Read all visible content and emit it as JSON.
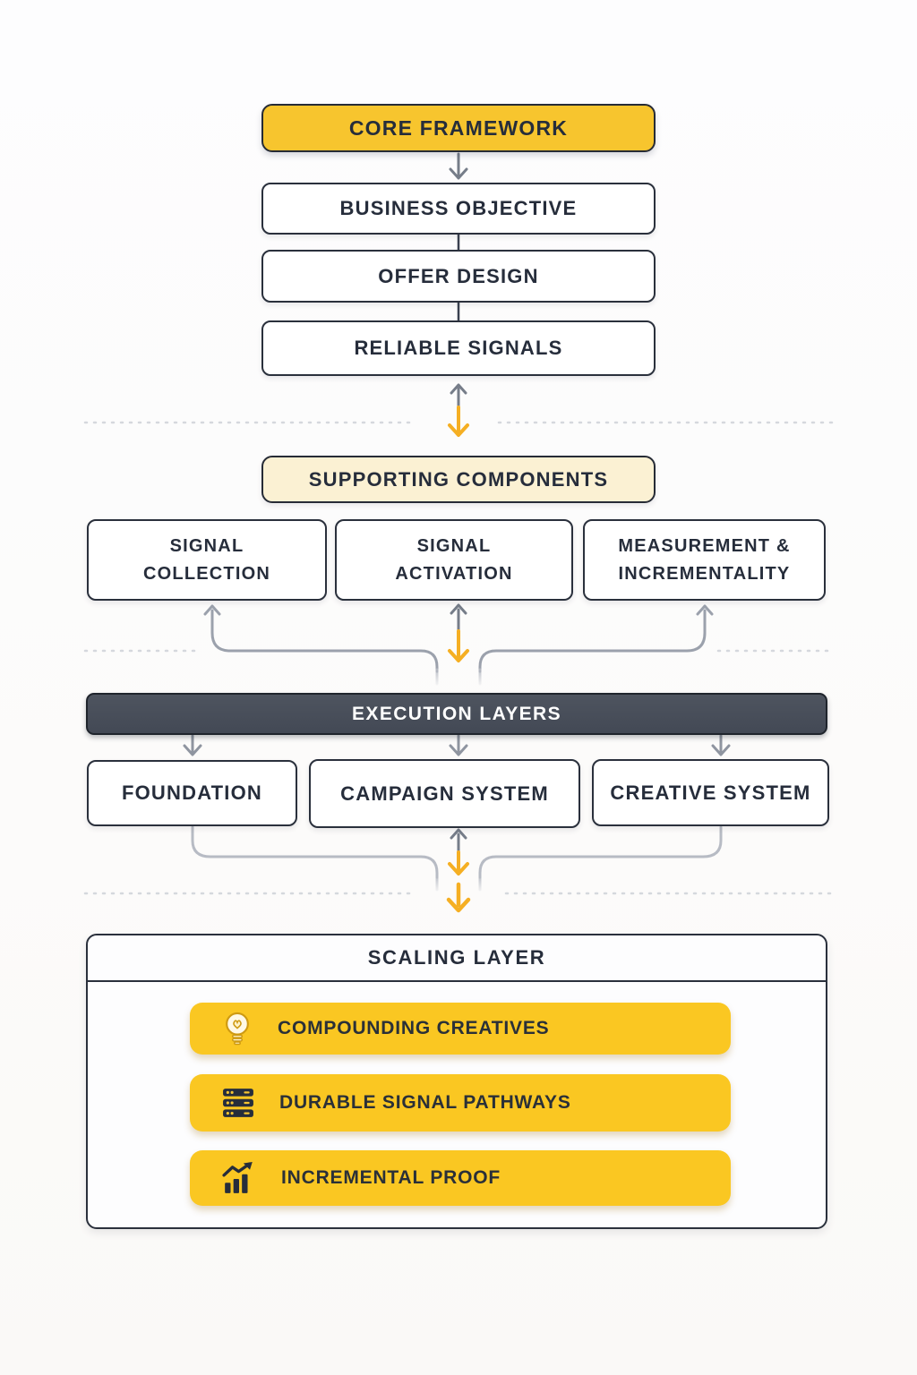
{
  "core": {
    "header": "CORE FRAMEWORK",
    "steps": [
      {
        "label": "BUSINESS OBJECTIVE"
      },
      {
        "label": "OFFER DESIGN"
      },
      {
        "label": "RELIABLE SIGNALS"
      }
    ]
  },
  "supporting": {
    "header": "SUPPORTING COMPONENTS",
    "components": [
      {
        "line1": "SIGNAL",
        "line2": "COLLECTION"
      },
      {
        "line1": "SIGNAL",
        "line2": "ACTIVATION"
      },
      {
        "line1": "MEASUREMENT &",
        "line2": "INCREMENTALITY"
      }
    ]
  },
  "execution": {
    "header": "EXECUTION LAYERS",
    "layers": [
      {
        "label": "FOUNDATION"
      },
      {
        "label": "CAMPAIGN SYSTEM"
      },
      {
        "label": "CREATIVE SYSTEM"
      }
    ]
  },
  "scaling": {
    "header": "SCALING LAYER",
    "items": [
      {
        "icon": "lightbulb-icon",
        "label": "COMPOUNDING CREATIVES"
      },
      {
        "icon": "server-stack-icon",
        "label": "DURABLE SIGNAL PATHWAYS"
      },
      {
        "icon": "growth-chart-icon",
        "label": "INCREMENTAL PROOF"
      }
    ]
  },
  "colors": {
    "accent_yellow": "#F7C52E",
    "arrow_yellow": "#F5AF23",
    "cream": "#FBF1D3",
    "dark_navy": "#262D3B",
    "slate_bar": "#474D58",
    "gray_arrow": "#767D89",
    "light_connector": "#B7BBC4"
  }
}
